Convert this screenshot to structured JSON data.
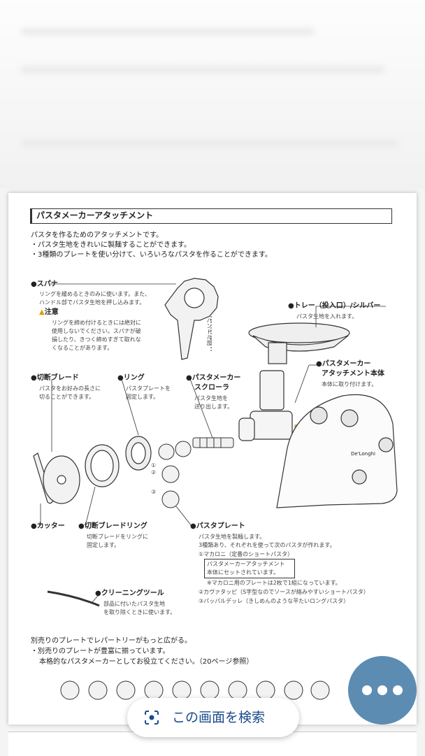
{
  "section_title": "パスタメーカーアタッチメント",
  "intro": [
    "パスタを作るためのアタッチメントです。",
    "・パスタ生地をきれいに製麺することができます。",
    "・3種類のプレートを使い分けて、いろいろなパスタを作ることができます。"
  ],
  "spanner": {
    "name": "●スパナ",
    "desc": [
      "リングを緩めるときのみに使います。また、",
      "ハンドル部でパスタ生地を押し込みます。"
    ],
    "caution_title": "注意",
    "caution": [
      "リングを締め付けるときには絶対に",
      "使用しないでください。スパナが破",
      "損したり、きつく締めすぎて取れな",
      "くなることがあります。"
    ],
    "handle_label": "ハンドル部"
  },
  "tray": {
    "name": "●トレー（投入口）/シルバー",
    "desc": "パスタ生地を入れます。"
  },
  "body": {
    "name": [
      "●パスタメーカー",
      "アタッチメント本体"
    ],
    "desc": "本体に取り付けます。"
  },
  "cutting_blade": {
    "name": "●切断ブレード",
    "desc": [
      "パスタをお好みの長さに",
      "切ることができます。"
    ]
  },
  "ring": {
    "name": "●リング",
    "desc": [
      "パスタプレートを",
      "固定します。"
    ]
  },
  "scroller": {
    "name": [
      "●パスタメーカー",
      "スクローラ"
    ],
    "desc": [
      "パスタ生地を",
      "送り出します。"
    ]
  },
  "cutter": {
    "name": "●カッター"
  },
  "blade_ring": {
    "name": "●切断ブレードリング",
    "desc": [
      "切断ブレードをリングに",
      "固定します。"
    ]
  },
  "plate": {
    "name": "●パスタプレート",
    "desc": [
      "パスタ生地を製麺します。",
      "3種類あり、それぞれを使って次のパスタが作れます。"
    ],
    "macaroni": "①マカロニ（定番のショートパスタ）",
    "macaroni_box": [
      "パスタメーカーアタッチメント",
      "本体にセットされています。"
    ],
    "macaroni_note": "※マカロニ用のプレートは2枚で1組になっています。",
    "cavatappi": "②カヴァタッピ（S字型なのでソースが絡みやすいショートパスタ）",
    "pappardelle": "③パッパルデッレ（きしめんのような平たいロングパスタ）",
    "num1": "①",
    "num2": "②",
    "num3": "③"
  },
  "cleaning_tool": {
    "name": "●クリーニングツール",
    "desc": [
      "部品に付いたパスタ生地",
      "を取り除くときに使います。"
    ]
  },
  "optional": [
    "別売りのプレートでレパートリーがもっと広がる。",
    "・別売りのプレートが豊富に揃っています。",
    "本格的なパスタメーカーとしてお役立てください。（20ページ参照）"
  ],
  "brand": "De'Longhi",
  "search_button": "この画面を検索",
  "colors": {
    "fab": "#5c8cb2",
    "search_text": "#1a4b8c"
  }
}
